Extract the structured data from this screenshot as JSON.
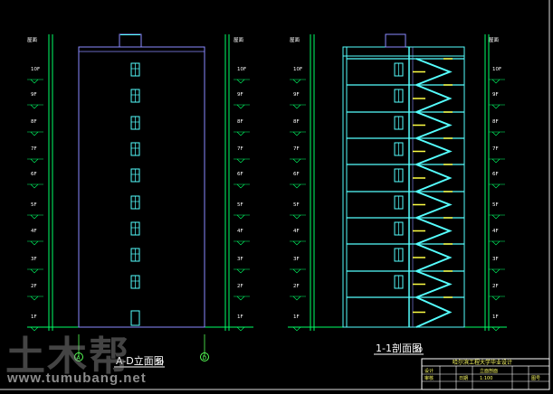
{
  "drawing": {
    "front_elevation_title": "A-D立面图",
    "front_elevation_scale": "50",
    "section_title": "1-1剖面图",
    "section_scale": "50",
    "roof_label": "屋面",
    "floor_labels": [
      "10F",
      "9F",
      "8F",
      "7F",
      "6F",
      "5F",
      "4F",
      "3F",
      "2F",
      "1F"
    ],
    "grid_markers": [
      "A",
      "D"
    ]
  },
  "title_block": {
    "heading": "哈尔滨工程大学毕业设计",
    "cells": [
      "设计",
      "审核",
      "立面剖面",
      "日期",
      "1:100",
      "图号"
    ]
  },
  "watermark": {
    "logo_text": "土木帮",
    "url": "www.tumubang.net"
  },
  "colors": {
    "background": "#000000",
    "building": "#8a8aff",
    "windows": "#55ffff",
    "levels": "#00ff66",
    "stairs": "#ffff44",
    "text": "#ffffff"
  }
}
